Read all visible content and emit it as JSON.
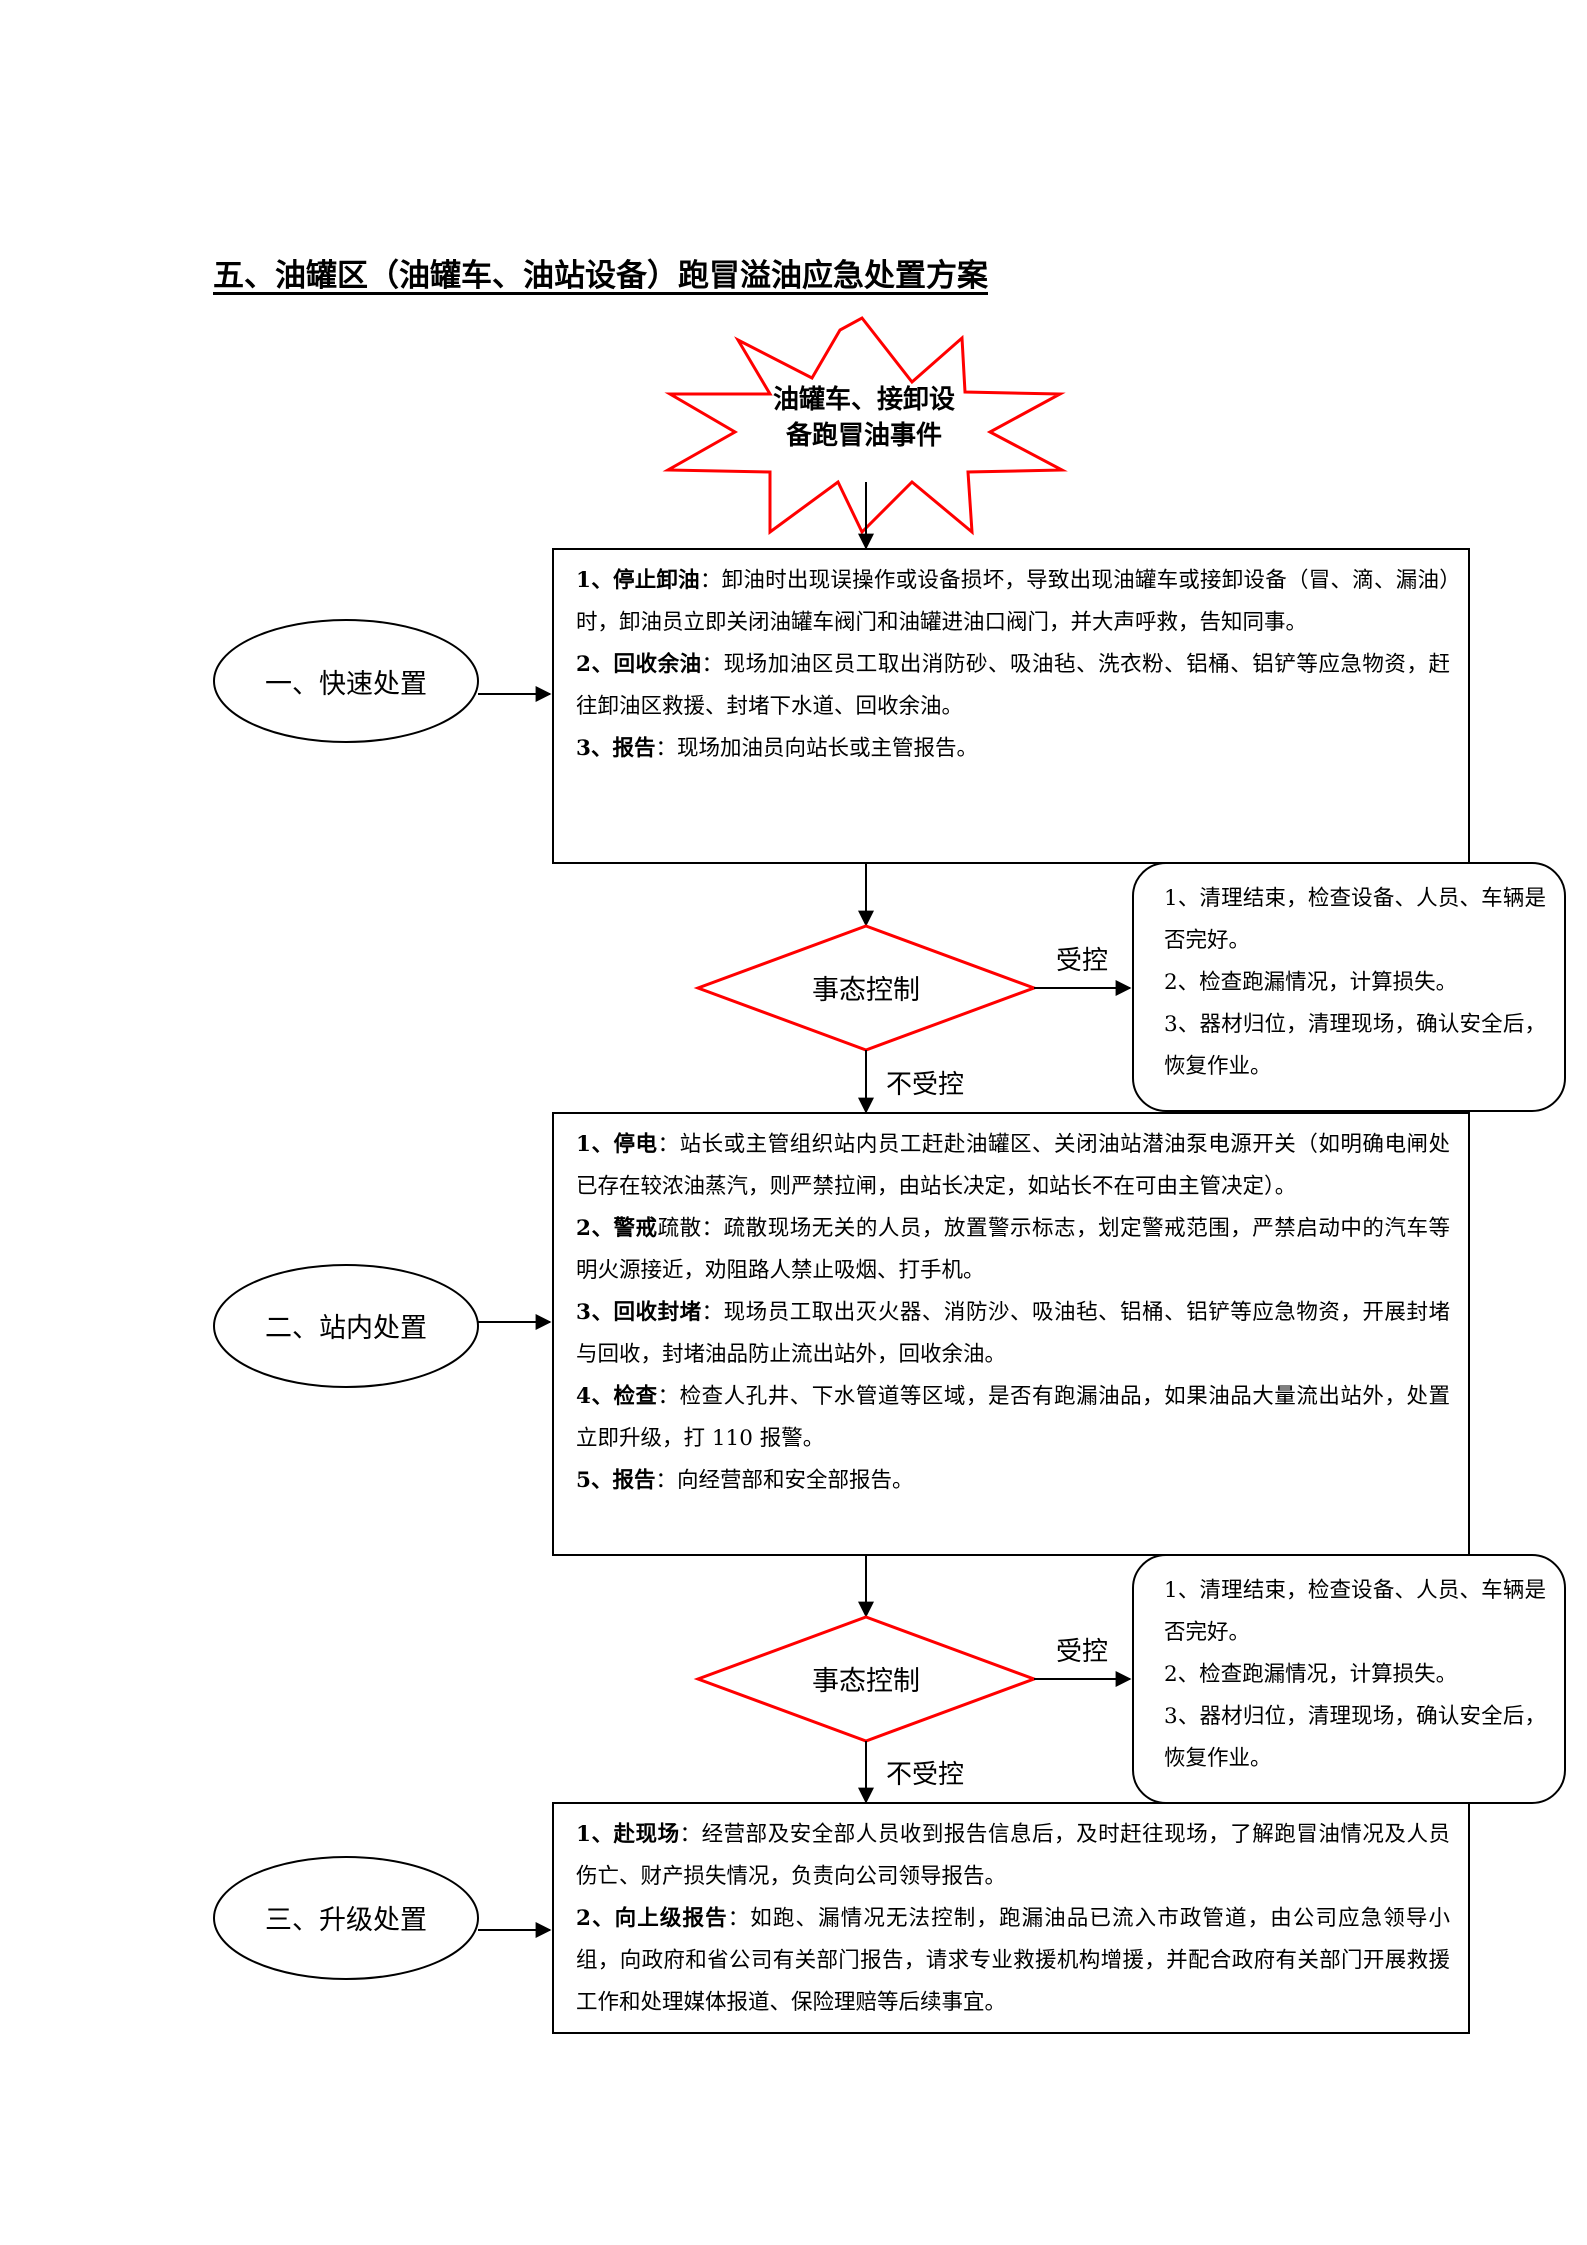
{
  "title": "五、油罐区（油罐车、油站设备）跑冒溢油应急处置方案",
  "event": {
    "line1": "油罐车、接卸设",
    "line2": "备跑冒油事件"
  },
  "stages": [
    {
      "name": "一、快速处置",
      "items": [
        {
          "head": "1、停止卸油",
          "text": "：卸油时出现误操作或设备损坏，导致出现油罐车或接卸设备（冒、滴、漏油）时，卸油员立即关闭油罐车阀门和油罐进油口阀门，并大声呼救，告知同事。"
        },
        {
          "head": "2、回收余油",
          "text": "：现场加油区员工取出消防砂、吸油毡、洗衣粉、铝桶、铝铲等应急物资，赶往卸油区救援、封堵下水道、回收余油。"
        },
        {
          "head": "3、报告",
          "text": "：现场加油员向站长或主管报告。"
        }
      ]
    },
    {
      "name": "二、站内处置",
      "items": [
        {
          "head": "1、停电",
          "text": "：站长或主管组织站内员工赶赴油罐区、关闭油站潜油泵电源开关（如明确电闸处已存在较浓油蒸汽，则严禁拉闸，由站长决定，如站长不在可由主管决定）。"
        },
        {
          "head": "2、警戒",
          "text": "疏散：疏散现场无关的人员，放置警示标志，划定警戒范围，严禁启动中的汽车等明火源接近，劝阻路人禁止吸烟、打手机。"
        },
        {
          "head": "3、回收封堵",
          "text": "：现场员工取出灭火器、消防沙、吸油毡、铝桶、铝铲等应急物资，开展封堵与回收，封堵油品防止流出站外，回收余油。"
        },
        {
          "head": "4、检查",
          "text": "：检查人孔井、下水管道等区域，是否有跑漏油品，如果油品大量流出站外，处置立即升级，打 110 报警。"
        },
        {
          "head": "5、报告",
          "text": "：向经营部和安全部报告。"
        }
      ]
    },
    {
      "name": "三、升级处置",
      "items": [
        {
          "head": "1、赴现场",
          "text": "：经营部及安全部人员收到报告信息后，及时赶往现场，了解跑冒油情况及人员伤亡、财产损失情况，负责向公司领导报告。"
        },
        {
          "head": "2、向上级报告",
          "text": "：如跑、漏情况无法控制，跑漏油品已流入市政管道，由公司应急领导小组，向政府和省公司有关部门报告，请求专业救援机构增援，并配合政府有关部门开展救援工作和处理媒体报道、保险理赔等后续事宜。"
        }
      ]
    }
  ],
  "decisions": [
    {
      "label": "事态控制",
      "yes": "受控",
      "no": "不受控",
      "outcome": [
        "1、清理结束，检查设备、人员、车辆是否完好。",
        "2、检查跑漏情况，计算损失。",
        "3、器材归位，清理现场，确认安全后，恢复作业。"
      ]
    },
    {
      "label": "事态控制",
      "yes": "受控",
      "no": "不受控",
      "outcome": [
        "1、清理结束，检查设备、人员、车辆是否完好。",
        "2、检查跑漏情况，计算损失。",
        "3、器材归位，清理现场，确认安全后，恢复作业。"
      ]
    }
  ],
  "colors": {
    "star": "#ff0000",
    "diamond": "#ff0000",
    "line": "#000000"
  }
}
